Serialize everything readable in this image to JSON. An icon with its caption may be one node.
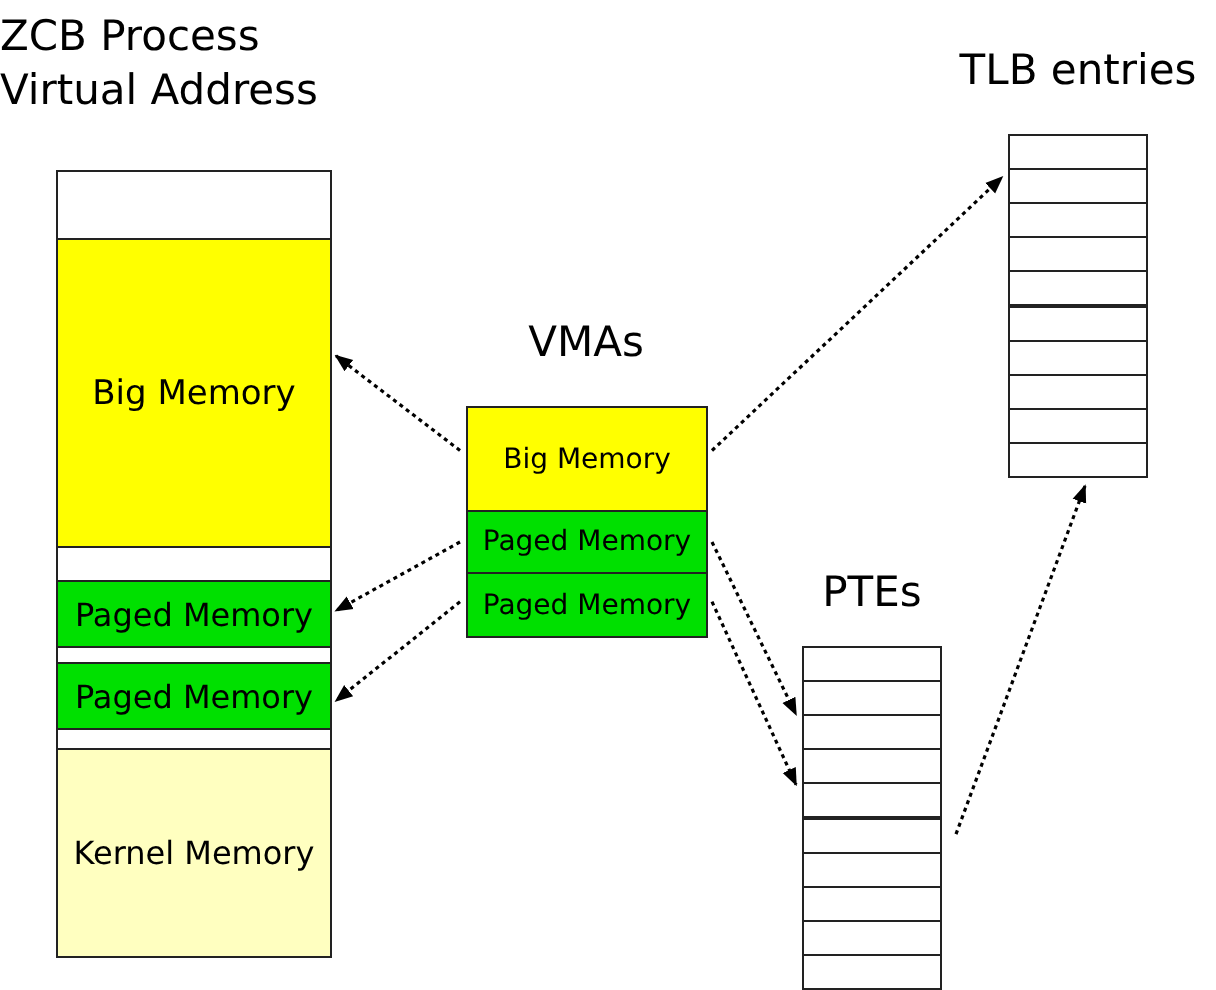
{
  "diagram": {
    "nodes": [
      {
        "text": [
          "ZCB Process Virtual Address"
        ]
      },
      {
        "text": [],
        "shape": "box",
        "in": 0
      },
      {
        "text": [
          "Big Memory"
        ],
        "in": 0
      },
      {
        "text": [],
        "shape": "box",
        "in": 0
      },
      {
        "text": [
          "Paged Memory"
        ],
        "in": 0
      },
      {
        "text": [],
        "shape": "box",
        "in": 0
      },
      {
        "text": [
          "Paged Memory"
        ],
        "in": 0
      },
      {
        "text": [],
        "shape": "box",
        "in": 0
      },
      {
        "text": [
          "Kernel Memory"
        ],
        "in": 0
      },
      {
        "text": [
          "VMAs"
        ]
      },
      {
        "text": [
          "Big Memory"
        ],
        "in": 9
      },
      {
        "text": [
          "Paged Memory"
        ],
        "in": 9
      },
      {
        "text": [
          "Paged Memory"
        ],
        "in": 9
      },
      {
        "text": [
          "PTEs"
        ]
      },
      {
        "text": [],
        "shape": "box",
        "in": 13
      },
      {
        "text": [],
        "shape": "box",
        "in": 13
      },
      {
        "text": [],
        "shape": "box",
        "in": 13
      },
      {
        "text": [],
        "shape": "box",
        "in": 13
      },
      {
        "text": [],
        "shape": "box",
        "in": 13
      },
      {
        "text": [],
        "shape": "box",
        "in": 13
      },
      {
        "text": [],
        "shape": "box",
        "in": 13
      },
      {
        "text": [],
        "shape": "box",
        "in": 13
      },
      {
        "text": [],
        "shape": "box",
        "in": 13
      },
      {
        "text": [],
        "shape": "box",
        "in": 13
      },
      {
        "text": [
          "TLB entries"
        ]
      },
      {
        "text": [],
        "shape": "box",
        "in": 24
      },
      {
        "text": [],
        "shape": "box",
        "in": 24
      },
      {
        "text": [],
        "shape": "box",
        "in": 24
      },
      {
        "text": [],
        "shape": "box",
        "in": 24
      },
      {
        "text": [],
        "shape": "box",
        "in": 24
      },
      {
        "text": [],
        "shape": "box",
        "in": 24
      },
      {
        "text": [],
        "shape": "box",
        "in": 24
      },
      {
        "text": [],
        "shape": "box",
        "in": 24
      },
      {
        "text": [],
        "shape": "box",
        "in": 24
      },
      {
        "text": [],
        "shape": "box",
        "in": 24
      }
    ],
    "edges": [
      {
        "from": 10,
        "to": 2,
        "arrow": "to"
      },
      {
        "from": 11,
        "to": 4,
        "arrow": "to"
      },
      {
        "from": 12,
        "to": 6,
        "arrow": "to"
      },
      {
        "from": 10,
        "to": 26,
        "arrow": "to"
      },
      {
        "from": 11,
        "to": 16,
        "arrow": "to"
      },
      {
        "from": 12,
        "to": 18,
        "arrow": "to"
      },
      {
        "from": 13,
        "to": 24,
        "arrow": "to"
      }
    ]
  }
}
